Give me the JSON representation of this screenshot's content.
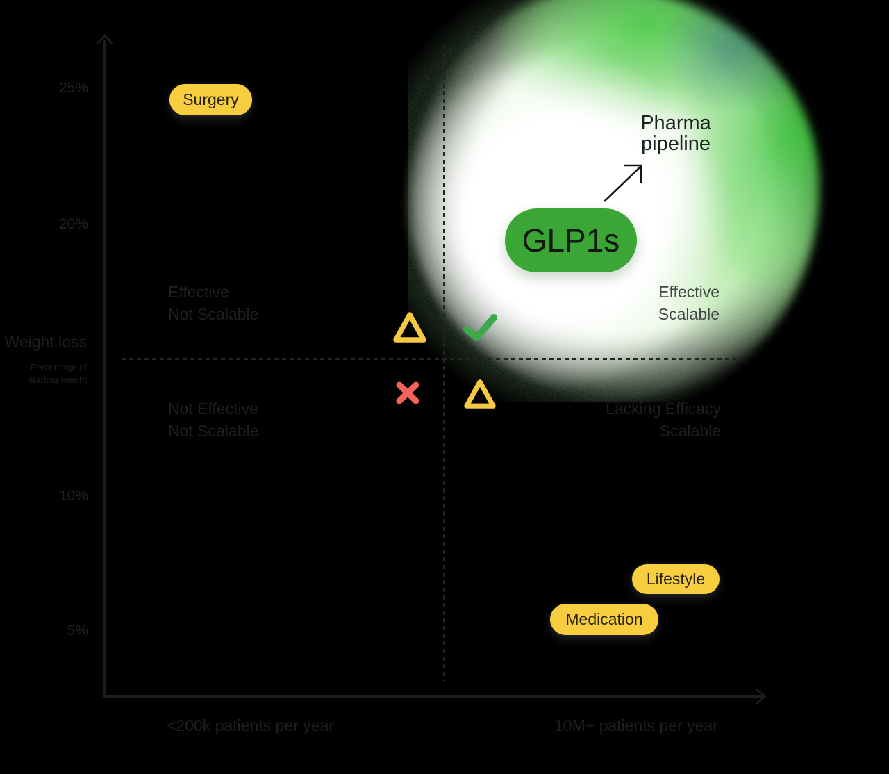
{
  "canvas": {
    "background": "#000000"
  },
  "colors": {
    "axis_line": "#1d1d1d",
    "dotted_divider": "#232323",
    "tick_text": "#222222",
    "quadrant_text": "#1f1f1f",
    "quadrant_text_on_blob": "#424746",
    "pill_yellow": "#F7CE3F",
    "pill_text": "#2a240f",
    "glp1s_green": "#3BA536",
    "check_green": "#3EA94C",
    "cross_red": "#F2635A",
    "triangle_yellow": "#F6C844",
    "blob_green": "#3ec43a"
  },
  "y_axis": {
    "title": "Weight loss",
    "subtitle_line1": "Percentage of",
    "subtitle_line2": "starting weight",
    "ticks": [
      "25%",
      "20%",
      "10%",
      "5%"
    ]
  },
  "x_axis": {
    "left_label": "<200k patients per year",
    "right_label": "10M+ patients per year"
  },
  "quadrants": {
    "top_left": {
      "line1": "Effective",
      "line2": "Not Scalable"
    },
    "bottom_left": {
      "line1": "Not Effective",
      "line2": "Not Scalable"
    },
    "bottom_right": {
      "line1": "Lacking Efficacy",
      "line2": "Scalable"
    },
    "top_right": {
      "line1": "Effective",
      "line2": "Scalable"
    }
  },
  "pills": {
    "surgery": "Surgery",
    "lifestyle": "Lifestyle",
    "medication": "Medication",
    "glp1s": "GLP1s"
  },
  "annotation": {
    "line1": "Pharma",
    "line2": "pipeline"
  },
  "chart_data": {
    "type": "scatter",
    "title": "",
    "ylabel": "Weight loss — Percentage of starting weight",
    "y_ticks": [
      "25%",
      "20%",
      "10%",
      "5%"
    ],
    "x_axis_labels": [
      "<200k patients per year",
      "10M+ patients per year"
    ],
    "quadrant_split_y_pct": 15,
    "points": [
      {
        "label": "Surgery",
        "x_group": "<200k patients per year",
        "y_pct": 25.0,
        "marker": "yellow-pill"
      },
      {
        "label": "GLP1s",
        "x_group": "10M+ patients per year",
        "y_pct": 19.5,
        "marker": "green-pill"
      },
      {
        "label": "Pharma pipeline",
        "x_group": "10M+ patients per year",
        "y_pct": 23.4,
        "marker": "text-with-arrow"
      },
      {
        "label": "Lifestyle",
        "x_group": "10M+ patients per year",
        "y_pct": 7.0,
        "marker": "yellow-pill"
      },
      {
        "label": "Medication",
        "x_group": "10M+ patients per year",
        "y_pct": 5.5,
        "marker": "yellow-pill"
      }
    ],
    "symbols": [
      {
        "type": "warning-triangle",
        "quadrant": "top-left"
      },
      {
        "type": "check-mark",
        "quadrant": "top-right"
      },
      {
        "type": "cross-mark",
        "quadrant": "bottom-left"
      },
      {
        "type": "warning-triangle",
        "quadrant": "bottom-right"
      }
    ],
    "highlight": "top-right quadrant glows green (Effective + Scalable)",
    "legend_position": "none",
    "grid": false
  }
}
